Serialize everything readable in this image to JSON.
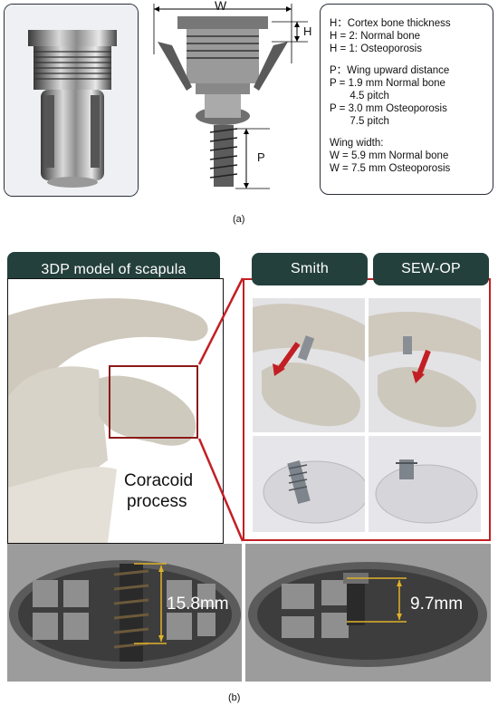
{
  "panel_a": {
    "labels": {
      "w": "W",
      "h": "H",
      "p": "P"
    },
    "spec_lines": [
      "H：Cortex bone thickness",
      "H = 2: Normal bone",
      "H = 1: Osteoporosis",
      "",
      "P：Wing upward distance",
      "P = 1.9 mm Normal bone",
      "       4.5 pitch",
      "P = 3.0 mm Osteoporosis",
      "       7.5 pitch",
      "",
      "Wing width:",
      "W = 5.9 mm Normal bone",
      "W = 7.5 mm Osteoporosis"
    ],
    "caption": "(a)"
  },
  "panel_b": {
    "scapula_title": "3DP model of scapula",
    "smith_title": "Smith",
    "sewop_title": "SEW-OP",
    "coracoid_label_1": "Coracoid",
    "coracoid_label_2": "process",
    "measure_left": "15.8mm",
    "measure_right": "9.7mm",
    "caption": "(b)"
  },
  "colors": {
    "header_bg": "#24403c",
    "highlight_red": "#c21f24",
    "measure_yellow": "#e0b12a"
  }
}
